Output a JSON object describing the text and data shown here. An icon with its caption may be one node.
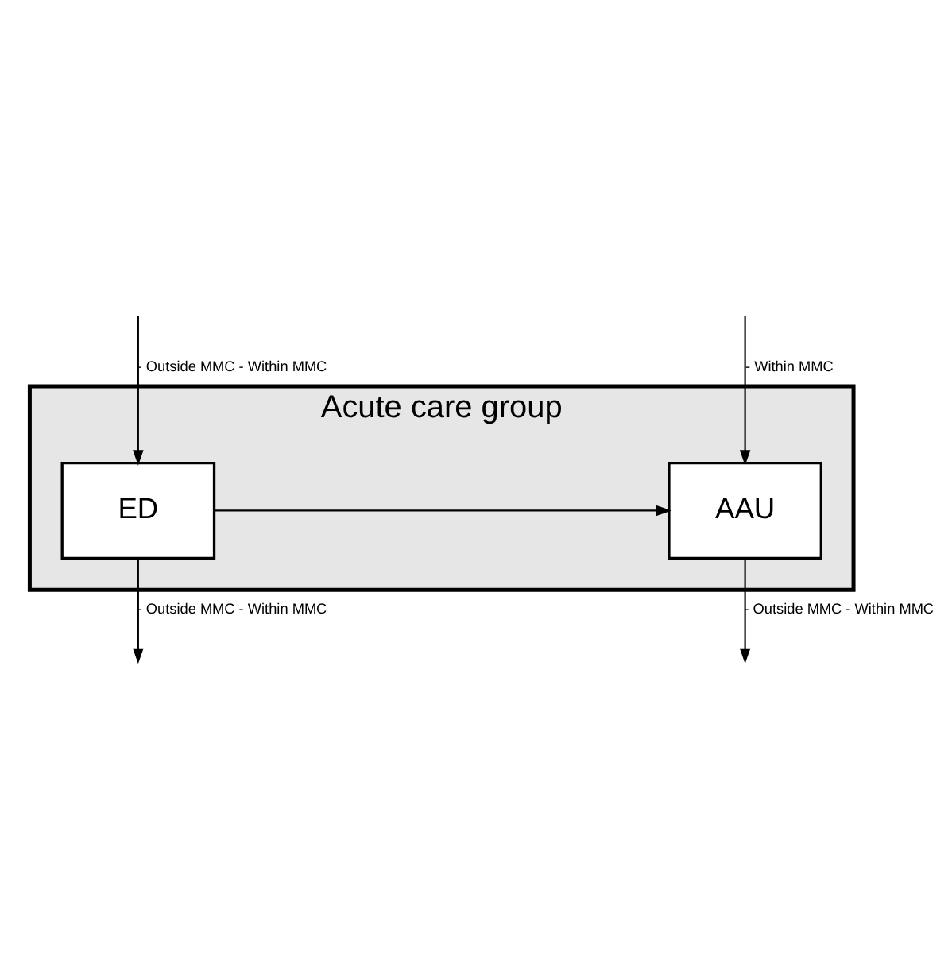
{
  "diagram": {
    "nodes": [
      {
        "text": [
          "Acute care group"
        ]
      },
      {
        "text": [
          "ED"
        ],
        "in": 0
      },
      {
        "text": [
          "AAU"
        ],
        "in": 0
      }
    ],
    "edges": [
      {
        "from": null,
        "to": 1,
        "arrow": "to",
        "label": "- Outside MMC - Within MMC"
      },
      {
        "from": null,
        "to": 2,
        "arrow": "to",
        "label": "- Within MMC"
      },
      {
        "from": 1,
        "to": 2,
        "arrow": "to"
      },
      {
        "from": 1,
        "to": null,
        "arrow": "to",
        "label": "- Outside MMC - Within MMC"
      },
      {
        "from": 2,
        "to": null,
        "arrow": "to",
        "label": "- Outside MMC - Within MMC"
      }
    ]
  }
}
